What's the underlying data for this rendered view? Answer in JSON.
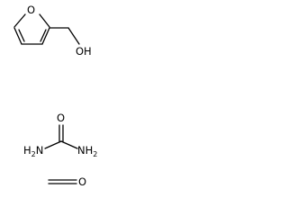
{
  "molecules": {
    "furfuryl_alcohol": {
      "ring_oxygen": "O",
      "hydroxyl": "OH"
    },
    "urea": {
      "carbonyl_oxygen": "O",
      "left_amine": "H2N",
      "right_amine": "NH2"
    },
    "formaldehyde": {
      "oxygen": "O"
    }
  },
  "colors": {
    "ink": "#000000",
    "background": "#ffffff"
  }
}
